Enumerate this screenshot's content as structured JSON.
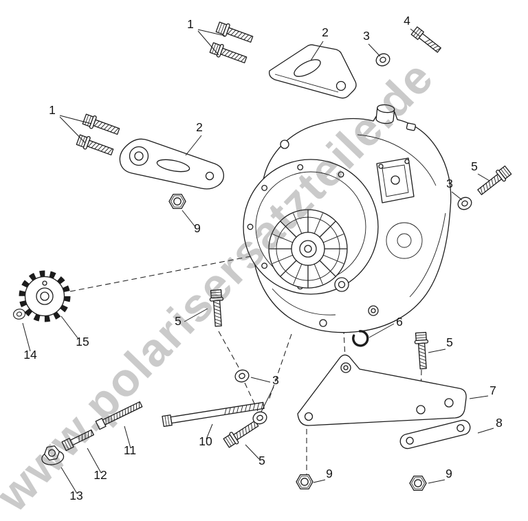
{
  "page": {
    "background": "#ffffff"
  },
  "colors": {
    "line": "#1c1c1c",
    "watermark": "#bdbdbd",
    "background": "#ffffff"
  },
  "watermark": {
    "text": "www.polarisersatzteile.de"
  },
  "callouts": [
    {
      "id": "1a",
      "label": "1"
    },
    {
      "id": "1b",
      "label": "1"
    },
    {
      "id": "2a",
      "label": "2"
    },
    {
      "id": "2b",
      "label": "2"
    },
    {
      "id": "3a",
      "label": "3"
    },
    {
      "id": "3b",
      "label": "3"
    },
    {
      "id": "3c",
      "label": "3"
    },
    {
      "id": "4",
      "label": "4"
    },
    {
      "id": "5a",
      "label": "5"
    },
    {
      "id": "5b",
      "label": "5"
    },
    {
      "id": "5c",
      "label": "5"
    },
    {
      "id": "5d",
      "label": "5"
    },
    {
      "id": "6",
      "label": "6"
    },
    {
      "id": "7",
      "label": "7"
    },
    {
      "id": "8",
      "label": "8"
    },
    {
      "id": "9a",
      "label": "9"
    },
    {
      "id": "9b",
      "label": "9"
    },
    {
      "id": "9c",
      "label": "9"
    },
    {
      "id": "10",
      "label": "10"
    },
    {
      "id": "11",
      "label": "11"
    },
    {
      "id": "12",
      "label": "12"
    },
    {
      "id": "13",
      "label": "13"
    },
    {
      "id": "14",
      "label": "14"
    },
    {
      "id": "15",
      "label": "15"
    }
  ]
}
